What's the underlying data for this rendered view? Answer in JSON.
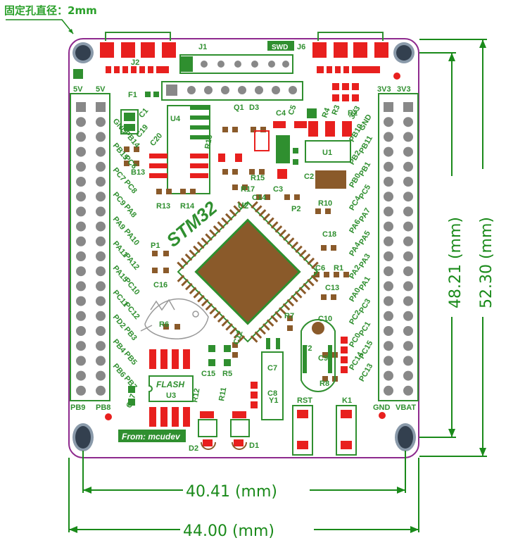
{
  "note": "固定孔直径：2mm",
  "colors": {
    "board": "#ffffff",
    "outline": "#8e2a8e",
    "silk": "#2f8f2f",
    "pad": "#e8201e",
    "copper": "#8a5a2a",
    "dim": "#1a8a1a",
    "hole": "#33404f"
  },
  "dimensions": {
    "inner_width": "40.41 (mm)",
    "outer_width": "44.00 (mm)",
    "inner_height": "48.21 (mm)",
    "outer_height": "52.30 (mm)"
  },
  "chip": {
    "logo": "STM32",
    "ref": "U2"
  },
  "flash": {
    "label": "FLASH",
    "ref": "U3"
  },
  "credit": "From: mcudev",
  "header_labels": {
    "left_top": [
      "5V",
      "5V"
    ],
    "right_top": [
      "3V3",
      "3V3"
    ],
    "left_bottom": [
      "PB9",
      "PB8"
    ],
    "right_bottom": [
      "GND",
      "VBAT"
    ],
    "left_pins": [
      "GND",
      "PB14",
      "PB15",
      "PC6",
      "PC7",
      "PC8",
      "PC9",
      "PA8",
      "PA9",
      "PA10",
      "PA11",
      "PA12",
      "PA15",
      "PC10",
      "PC11",
      "PC12",
      "PD2",
      "PB3",
      "PB4",
      "PB5",
      "PB6",
      "PB7"
    ],
    "right_pins": [
      "3V3",
      "GND",
      "PB10",
      "PB11",
      "PB2",
      "PB1",
      "PB0",
      "PC5",
      "PC4",
      "PA7",
      "PA6",
      "PA5",
      "PA4",
      "PA3",
      "PA2",
      "PA1",
      "PA0",
      "PC3",
      "PC2",
      "PC1",
      "PC0",
      "PC15",
      "PC14",
      "PC13"
    ]
  },
  "components": [
    "J1",
    "SWD",
    "J6",
    "J2",
    "F1",
    "C1",
    "C19",
    "C20",
    "U4",
    "Q1",
    "D3",
    "C4",
    "C5",
    "R4",
    "R3",
    "R2",
    "R16",
    "U1",
    "R15",
    "C2",
    "C3",
    "R17",
    "C14",
    "P2",
    "R13",
    "R14",
    "R10",
    "C18",
    "P1",
    "C16",
    "C6",
    "R1",
    "C13",
    "R7",
    "C10",
    "R6",
    "C12",
    "C15",
    "R5",
    "C7",
    "C8",
    "Y1",
    "Y2",
    "C9",
    "R8",
    "RST",
    "K1",
    "R12",
    "R11",
    "C17",
    "D2",
    "D1",
    "B13"
  ]
}
